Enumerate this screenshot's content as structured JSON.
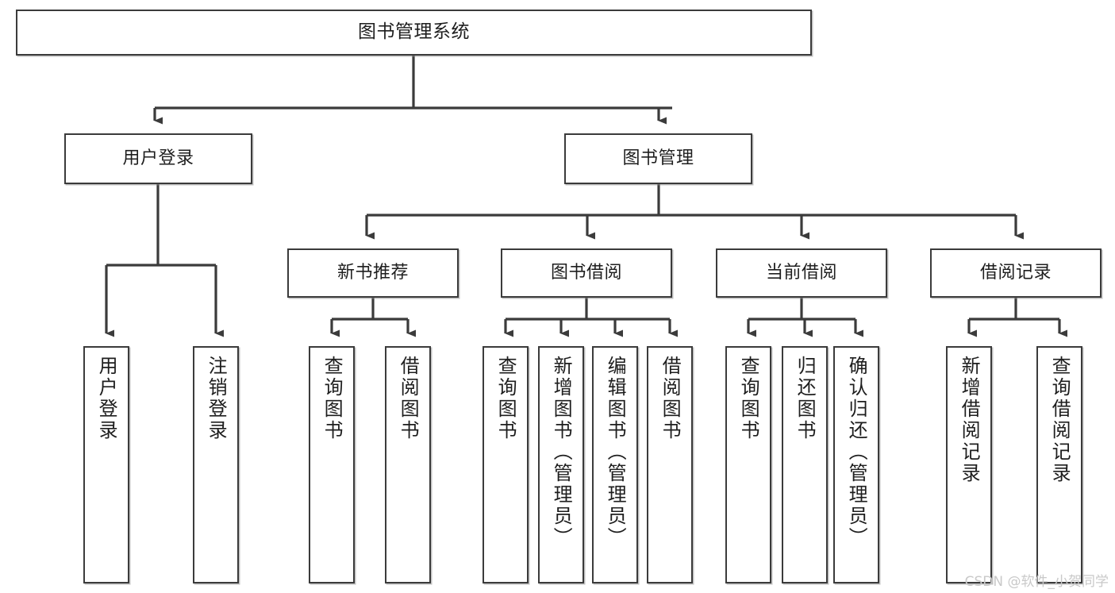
{
  "diagram": {
    "title": "图书管理系统",
    "watermark": "CSDN @软件_小贺同学",
    "line_color": "#3b3b3b",
    "box_fill": "#ffffff",
    "text_color": "#1e1e1e",
    "watermark_color": "#c9c9c9"
  },
  "nodes": {
    "root": {
      "label": "图书管理系统",
      "level": 1
    },
    "l2": [
      {
        "label": "用户登录",
        "level": 2
      },
      {
        "label": "图书管理",
        "level": 2
      }
    ],
    "l3": [
      {
        "label": "新书推荐",
        "level": 3
      },
      {
        "label": "图书借阅",
        "level": 3
      },
      {
        "label": "当前借阅",
        "level": 3
      },
      {
        "label": "借阅记录",
        "level": 3
      }
    ],
    "leaves": {
      "user_login": [
        {
          "label": "用户登录"
        },
        {
          "label": "注销登录"
        }
      ],
      "new_book_recommend": [
        {
          "label": "查询图书"
        },
        {
          "label": "借阅图书"
        }
      ],
      "book_borrow": [
        {
          "label": "查询图书"
        },
        {
          "label": "新增图书（管理员）"
        },
        {
          "label": "编辑图书（管理员）"
        },
        {
          "label": "借阅图书"
        }
      ],
      "current_borrow": [
        {
          "label": "查询图书"
        },
        {
          "label": "归还图书"
        },
        {
          "label": "确认归还（管理员）"
        }
      ],
      "borrow_record": [
        {
          "label": "新增借阅记录"
        },
        {
          "label": "查询借阅记录"
        }
      ]
    }
  }
}
